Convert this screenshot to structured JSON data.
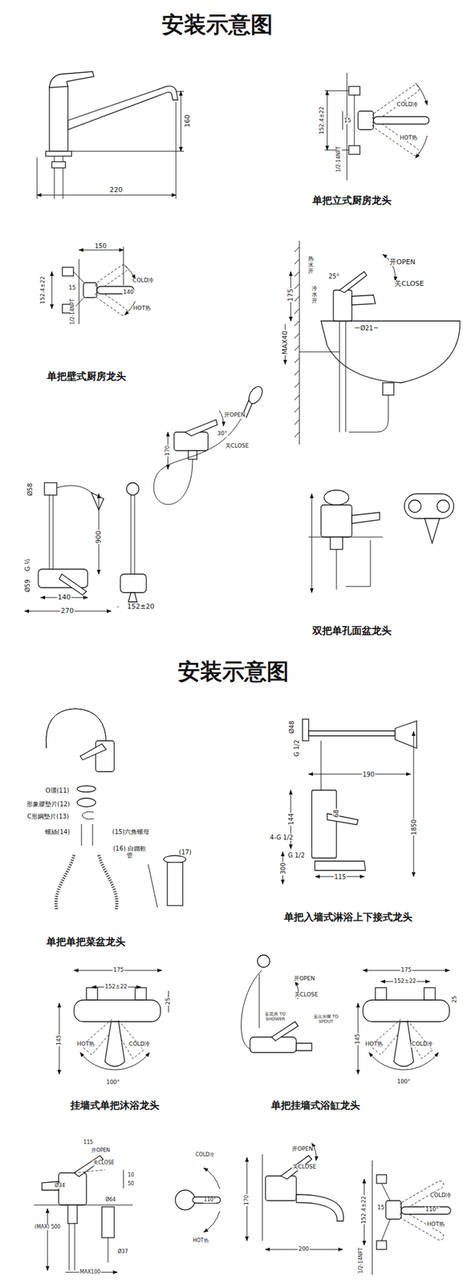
{
  "diagram": {
    "title": "安装示意图",
    "labels": [
      "160",
      "220",
      "COLD冷",
      "HOT热",
      "152.4±22",
      "15",
      "1/2-14NPT",
      "单把立式厨房龙头",
      "150",
      "COLD冷",
      "152.4±22",
      "15",
      "140",
      "HOT热",
      "1/2-14NPT",
      "单把壁式厨房龙头",
      "开OPEN",
      "25°",
      "关CLOSE",
      "175",
      "MAX40",
      "Ø21",
      "热水开",
      "冷水开",
      "开OPEN",
      "30°",
      "关CLOSE",
      "170",
      "Ø58",
      "900",
      "G ½",
      "Ø59",
      "140",
      "270",
      "152±20",
      "双把单孔面盆龙头",
      "安装示意图",
      "O環(11)",
      "形象膠墊片(12)",
      "C形鋼墊片(13)",
      "螺絲(14)",
      "(15)六角螺母",
      "(16) 白鐵軟管",
      "(17)",
      "单把单把菜盆龙头",
      "Ø48",
      "G 1/2",
      "190",
      "1850",
      "144",
      "68",
      "4-G 1/2",
      "300",
      "G 1/2",
      "115",
      "单把入墙式淋浴上下接式龙头",
      "175",
      "152±22",
      "25",
      "145",
      "HOT热",
      "COLD冷",
      "100°",
      "挂墙式单把沐浴龙头",
      "开OPEN",
      "关CLOSE",
      "至花洒 TO SHOWER",
      "至出水嘴 TO SPOUT",
      "175",
      "152±22",
      "25",
      "145",
      "HOT热",
      "COLD冷",
      "100°",
      "单把挂墙式浴缸龙头",
      "115",
      "开OPEN",
      "关CLOSE",
      "10",
      "50",
      "Ø34",
      "Ø64",
      "(MAX) 500",
      "Ø37",
      "MAX100",
      "COLD冷",
      "110°",
      "HOT热",
      "开OPEN",
      "关CLOSE",
      "170",
      "200",
      "152.4±22",
      "15",
      "1/2-14NPT",
      "COLD冷",
      "110°",
      "HOT热"
    ]
  }
}
